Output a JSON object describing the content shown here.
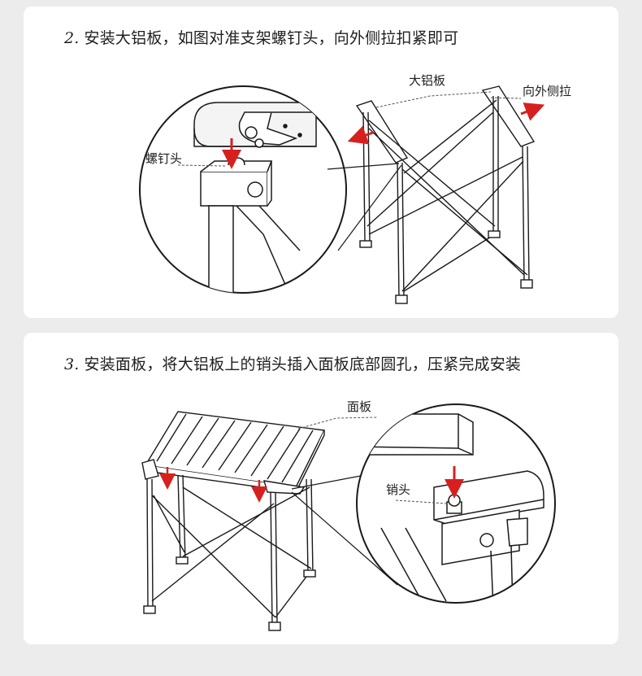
{
  "steps": [
    {
      "number": "2.",
      "title": "安装大铝板，如图对准支架螺钉头，向外侧拉扣紧即可",
      "labels": {
        "plate": "大铝板",
        "pull": "向外侧拉",
        "screw": "螺钉头"
      }
    },
    {
      "number": "3.",
      "title": "安装面板，将大铝板上的销头插入面板底部圆孔，压紧完成安装",
      "labels": {
        "panel": "面板",
        "pin": "销头"
      }
    }
  ],
  "colors": {
    "accent": "#d6201f",
    "line": "#1a1a1a",
    "card": "#ffffff",
    "background": "#ececec"
  }
}
